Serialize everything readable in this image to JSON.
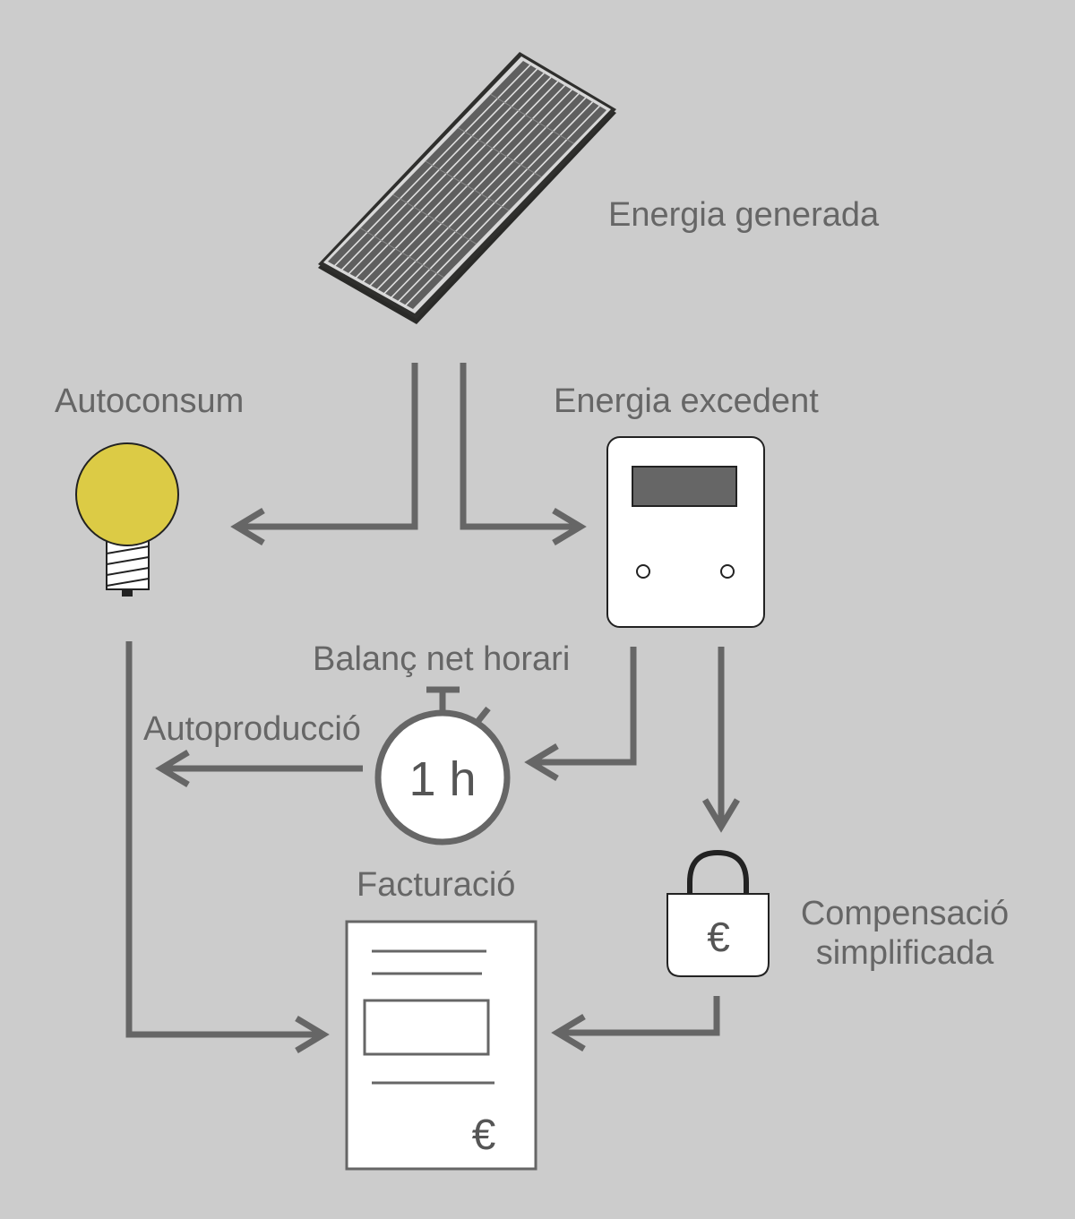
{
  "labels": {
    "generated": "Energia generada",
    "self_consumption": "Autoconsum",
    "surplus": "Energia excedent",
    "hourly_net_balance": "Balanç net horari",
    "self_production": "Autoproducció",
    "billing": "Facturació",
    "compensation_line1": "Compensació",
    "compensation_line2": "simplificada"
  },
  "stopwatch": {
    "text": "1 h"
  },
  "bag": {
    "symbol": "€"
  },
  "invoice": {
    "symbol": "€"
  },
  "icons": [
    "solar-panel-icon",
    "light-bulb-icon",
    "electric-meter-icon",
    "stopwatch-icon",
    "money-bag-icon",
    "invoice-icon"
  ],
  "colors": {
    "background": "#cccccc",
    "flow": "#666666",
    "bulb": "#dccb45",
    "panel": "#5f5f5f"
  }
}
